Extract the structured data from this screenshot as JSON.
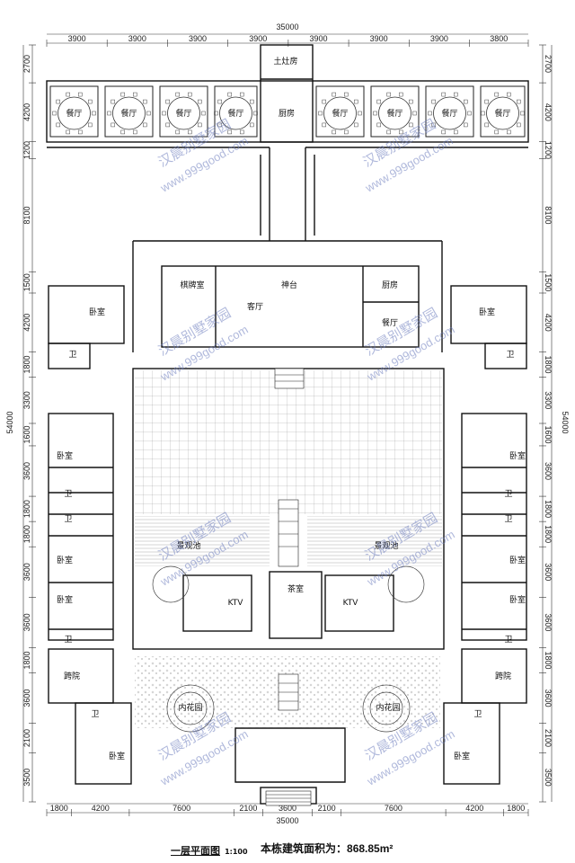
{
  "dims": {
    "total_width": "35000",
    "total_depth": "54000",
    "top": [
      "3900",
      "3900",
      "3900",
      "3900",
      "3900",
      "3900",
      "3900",
      "3800"
    ],
    "bottom": [
      "1800",
      "4200",
      "7600",
      "2100",
      "3600",
      "2100",
      "7600",
      "4200",
      "1800"
    ],
    "left": [
      "2700",
      "4200",
      "1200",
      "8100",
      "1500",
      "4200",
      "1800",
      "3300",
      "1600",
      "3600",
      "1800",
      "1800",
      "3600",
      "3600",
      "1800",
      "3600",
      "2100",
      "3500"
    ],
    "right": [
      "2700",
      "4200",
      "1200",
      "8100",
      "1500",
      "4200",
      "1800",
      "3300",
      "1600",
      "3600",
      "1800",
      "1800",
      "3600",
      "3600",
      "1800",
      "3600",
      "2100",
      "3500"
    ]
  },
  "rooms": {
    "dining": "餐厅",
    "kitchen": "厨房",
    "stove_room": "土灶房",
    "chess_room": "棋牌室",
    "living_room": "客厅",
    "shrine": "神台",
    "bedroom": "卧室",
    "bath": "卫",
    "ktv": "KTV",
    "tea_room": "茶室",
    "pond_left": "景观池",
    "pond_right": "景观池",
    "side_court": "跨院",
    "garden": "内花园"
  },
  "watermark": {
    "brand": "汉晨别墅家园",
    "url": "www.999good.com"
  },
  "caption": {
    "title": "一层平面图",
    "scale": "1:100",
    "area_label": "本栋建筑面积为：",
    "area_value": "868.85m²"
  }
}
